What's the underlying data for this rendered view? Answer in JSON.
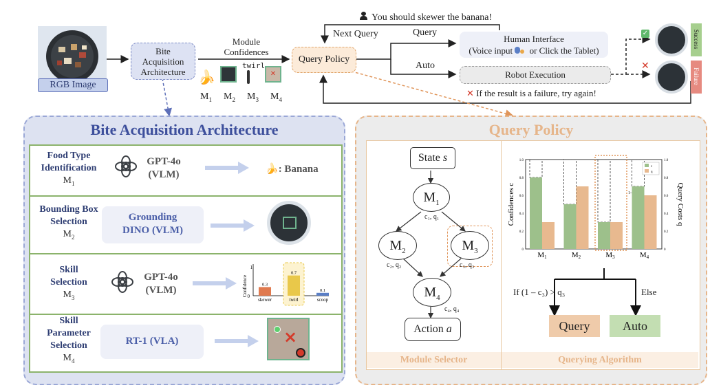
{
  "top": {
    "rgb_image_label": "RGB Image",
    "bite_box_label": [
      "Bite",
      "Acquisition",
      "Architecture"
    ],
    "module_confidences_label": [
      "Module",
      "Confidences"
    ],
    "twirl_label": "twirl",
    "module_labels": [
      "M",
      "M",
      "M",
      "M"
    ],
    "module_subscripts": [
      "1",
      "2",
      "3",
      "4"
    ],
    "query_policy_label": "Query Policy",
    "user_message": "You should skewer the banana!",
    "next_query_label": "Next Query",
    "query_label": "Query",
    "auto_label": "Auto",
    "human_interface_lines": [
      "Human Interface",
      "(Voice input",
      "or Click the Tablet)"
    ],
    "robot_execution_label": "Robot Execution",
    "failure_message": "If the result is a failure, try again!",
    "success_tag": "Success",
    "failure_tag": "Failure"
  },
  "bite_panel": {
    "title": "Bite Acquisition Architecture",
    "rows": [
      {
        "label": [
          "Food Type",
          "Identification"
        ],
        "module": "M",
        "sub": "1",
        "model": [
          "GPT-4o",
          "(VLM)"
        ],
        "output": ": Banana"
      },
      {
        "label": [
          "Bounding Box",
          "Selection"
        ],
        "module": "M",
        "sub": "2",
        "model": [
          "Grounding",
          "DINO (VLM)"
        ]
      },
      {
        "label": [
          "Skill",
          "Selection"
        ],
        "module": "M",
        "sub": "3",
        "model": [
          "GPT-4o",
          "(VLM)"
        ]
      },
      {
        "label": [
          "Skill",
          "Parameter",
          "Selection"
        ],
        "module": "M",
        "sub": "4",
        "model": [
          "RT-1 (VLA)"
        ]
      }
    ],
    "skill_chart": {
      "ylabel": "Confidence",
      "y_ticks": [
        "0",
        "1"
      ],
      "bars": [
        {
          "label": "skewer",
          "value": 0.3,
          "value_label": "0.3",
          "color": "#e07a4f"
        },
        {
          "label": "twirl",
          "value": 0.7,
          "value_label": "0.7",
          "color": "#e9c84a"
        },
        {
          "label": "scoop",
          "value": 0.1,
          "value_label": "0.1",
          "color": "#5b7fc6"
        }
      ]
    }
  },
  "query_panel": {
    "title": "Query Policy",
    "module_selector": {
      "footer": "Module Selector",
      "state_label": "State",
      "state_symbol": "s",
      "action_label": "Action",
      "action_symbol": "a",
      "nodes": [
        {
          "id": "M1",
          "main": "M",
          "sub": "1",
          "cost": "c₁, q₁"
        },
        {
          "id": "M2",
          "main": "M",
          "sub": "2",
          "cost": "c₂, q₂"
        },
        {
          "id": "M3",
          "main": "M",
          "sub": "3",
          "cost": "c₃, q₃"
        },
        {
          "id": "M4",
          "main": "M",
          "sub": "4",
          "cost": "c₄, q₄"
        }
      ]
    },
    "querying_algorithm": {
      "footer": "Querying Algorithm",
      "condition": "If (1 – c₃) > q₃",
      "else_label": "Else",
      "query_button": "Query",
      "auto_button": "Auto",
      "gap_label": "1–c₃"
    }
  },
  "chart_data": {
    "type": "bar",
    "categories": [
      "M1",
      "M2",
      "M3",
      "M4"
    ],
    "series": [
      {
        "name": "c",
        "values": [
          0.8,
          0.5,
          0.3,
          0.7
        ],
        "color": "#9dc08b"
      },
      {
        "name": "q",
        "values": [
          0.3,
          0.7,
          0.3,
          0.6
        ],
        "color": "#e8b98f"
      }
    ],
    "ylabel": "Confidences c",
    "y2label": "Query Costs q",
    "ylim": [
      0,
      1.0
    ],
    "y_ticks": [
      "0",
      "0.2",
      "0.4",
      "0.6",
      "0.8",
      "1.0"
    ],
    "legend": "top-right"
  }
}
